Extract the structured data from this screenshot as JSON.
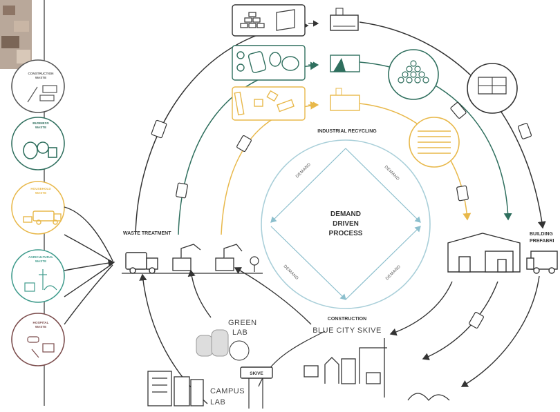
{
  "categories": [
    {
      "id": "construction",
      "label_1": "CONSTRUCTION",
      "label_2": "WASTE",
      "color": "#555555"
    },
    {
      "id": "business",
      "label_1": "BUSINESS",
      "label_2": "WASTE",
      "color": "#2f6f5e"
    },
    {
      "id": "household",
      "label_1": "HOUSEHOLD",
      "label_2": "WASTE",
      "color": "#e8b84a"
    },
    {
      "id": "agricultural",
      "label_1": "AGRICULTURAL",
      "label_2": "WASTE",
      "color": "#3f9b8c"
    },
    {
      "id": "hospital",
      "label_1": "HOSPITAL",
      "label_2": "WASTE",
      "color": "#7a4a4a"
    }
  ],
  "labels": {
    "waste_treatment": "WASTE TREATMENT",
    "industrial_recycling": "INDUSTRIAL RECYCLING",
    "center_1": "DEMAND",
    "center_2": "DRIVEN",
    "center_3": "PROCESS",
    "demand": "DEMAND",
    "building_1": "BUILDING",
    "building_2": "PREFABRI",
    "construction": "CONSTRUCTION",
    "blue_city": "BLUE CITY SKIVE",
    "green_lab_1": "GREEN",
    "green_lab_2": "LAB",
    "campus_1": "CAMPUS",
    "campus_2": "LAB",
    "skive_sign": "SKIVE"
  },
  "colors": {
    "dark": "#333333",
    "green": "#2f6f5e",
    "teal": "#3f9b8c",
    "yellow": "#e8b84a",
    "lightblue": "#a9cfd9",
    "brown": "#7a4a4a"
  }
}
